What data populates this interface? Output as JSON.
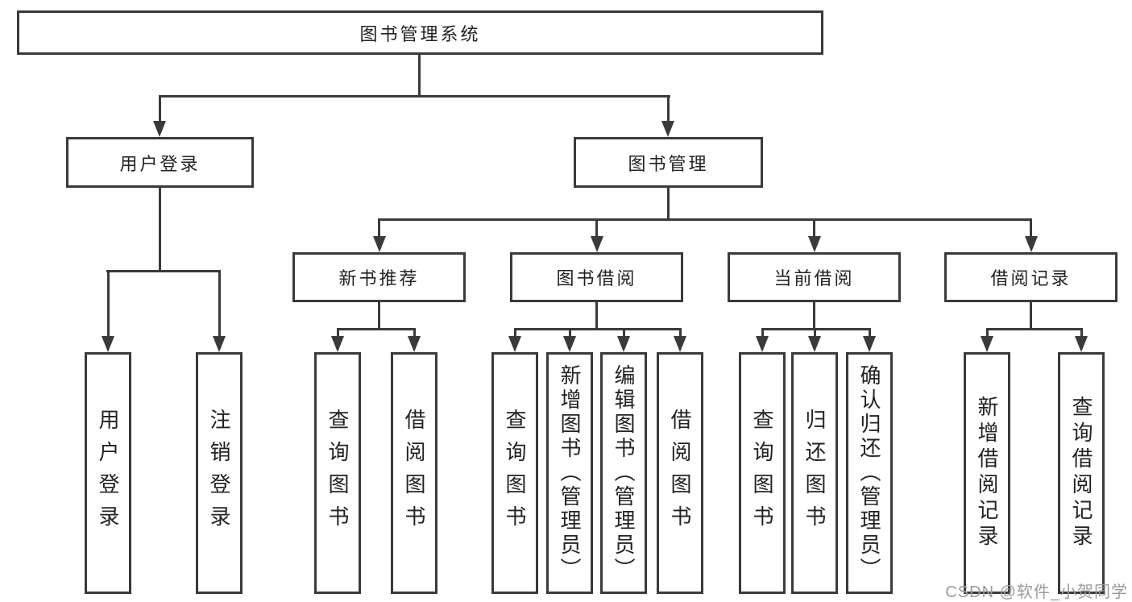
{
  "diagram": {
    "root": {
      "label": "图书管理系统"
    },
    "level2": [
      {
        "label": "用户登录"
      },
      {
        "label": "图书管理"
      }
    ],
    "level3": [
      {
        "label": "新书推荐"
      },
      {
        "label": "图书借阅"
      },
      {
        "label": "当前借阅"
      },
      {
        "label": "借阅记录"
      }
    ],
    "leaves": {
      "user_login": [
        {
          "label": "用户登录"
        },
        {
          "label": "注销登录"
        }
      ],
      "new_books": [
        {
          "label": "查询图书"
        },
        {
          "label": "借阅图书"
        }
      ],
      "book_borrow": [
        {
          "label": "查询图书"
        },
        {
          "label": "新增图书（管理员）"
        },
        {
          "label": "编辑图书（管理员）"
        },
        {
          "label": "借阅图书"
        }
      ],
      "current_borrow": [
        {
          "label": "查询图书"
        },
        {
          "label": "归还图书"
        },
        {
          "label": "确认归还（管理员）"
        }
      ],
      "borrow_records": [
        {
          "label": "新增借阅记录"
        },
        {
          "label": "查询借阅记录"
        }
      ]
    },
    "watermark": "CSDN @软件_小贺同学",
    "colors": {
      "line": "#3a3a3a",
      "text": "#222222",
      "background": "#ffffff",
      "watermark": "#9b9b9b"
    }
  }
}
